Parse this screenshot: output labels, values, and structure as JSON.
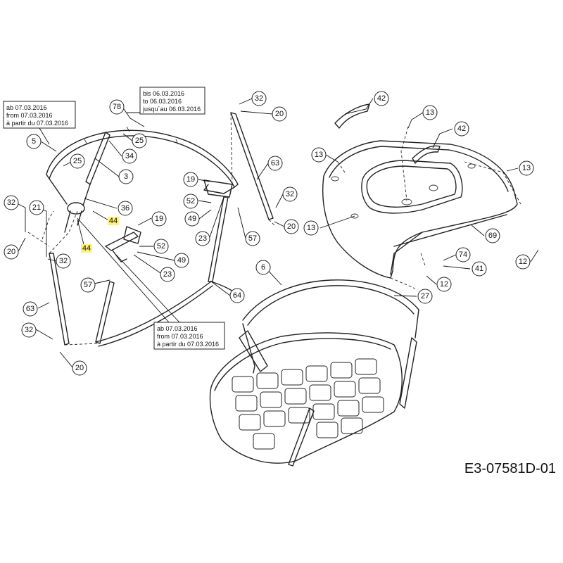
{
  "drawing_id": "E3-07581D-01",
  "notes": [
    {
      "id": "note-top-left",
      "lines": [
        "ab 07.03.2016",
        "from 07.03.2016",
        "à partir du 07.03.2016"
      ]
    },
    {
      "id": "note-top",
      "lines": [
        "bis 06.03.2016",
        "to 06.03.2016",
        "jusqu´au 06.03.2016"
      ]
    },
    {
      "id": "note-bottom",
      "lines": [
        "ab 07.03.2016",
        "from 07.03.2016",
        "à partir du 07.03.2016"
      ]
    }
  ],
  "callouts": [
    {
      "label": "78",
      "highlight": false
    },
    {
      "label": "5",
      "highlight": false
    },
    {
      "label": "25",
      "highlight": false
    },
    {
      "label": "25",
      "highlight": false
    },
    {
      "label": "34",
      "highlight": false
    },
    {
      "label": "3",
      "highlight": false
    },
    {
      "label": "36",
      "highlight": false
    },
    {
      "label": "44",
      "highlight": true
    },
    {
      "label": "44",
      "highlight": true
    },
    {
      "label": "32",
      "highlight": false
    },
    {
      "label": "21",
      "highlight": false
    },
    {
      "label": "20",
      "highlight": false
    },
    {
      "label": "32",
      "highlight": false
    },
    {
      "label": "57",
      "highlight": false
    },
    {
      "label": "63",
      "highlight": false
    },
    {
      "label": "32",
      "highlight": false
    },
    {
      "label": "20",
      "highlight": false
    },
    {
      "label": "19",
      "highlight": false
    },
    {
      "label": "52",
      "highlight": false
    },
    {
      "label": "49",
      "highlight": false
    },
    {
      "label": "23",
      "highlight": false
    },
    {
      "label": "19",
      "highlight": false
    },
    {
      "label": "52",
      "highlight": false
    },
    {
      "label": "49",
      "highlight": false
    },
    {
      "label": "23",
      "highlight": false
    },
    {
      "label": "32",
      "highlight": false
    },
    {
      "label": "20",
      "highlight": false
    },
    {
      "label": "63",
      "highlight": false
    },
    {
      "label": "32",
      "highlight": false
    },
    {
      "label": "20",
      "highlight": false
    },
    {
      "label": "57",
      "highlight": false
    },
    {
      "label": "64",
      "highlight": false
    },
    {
      "label": "6",
      "highlight": false
    },
    {
      "label": "42",
      "highlight": false
    },
    {
      "label": "13",
      "highlight": false
    },
    {
      "label": "42",
      "highlight": false
    },
    {
      "label": "13",
      "highlight": false
    },
    {
      "label": "13",
      "highlight": false
    },
    {
      "label": "13",
      "highlight": false
    },
    {
      "label": "69",
      "highlight": false
    },
    {
      "label": "12",
      "highlight": false
    },
    {
      "label": "74",
      "highlight": false
    },
    {
      "label": "41",
      "highlight": false
    },
    {
      "label": "12",
      "highlight": false
    },
    {
      "label": "27",
      "highlight": false
    }
  ],
  "colors": {
    "highlight": "#fff27a",
    "line": "#222222"
  }
}
